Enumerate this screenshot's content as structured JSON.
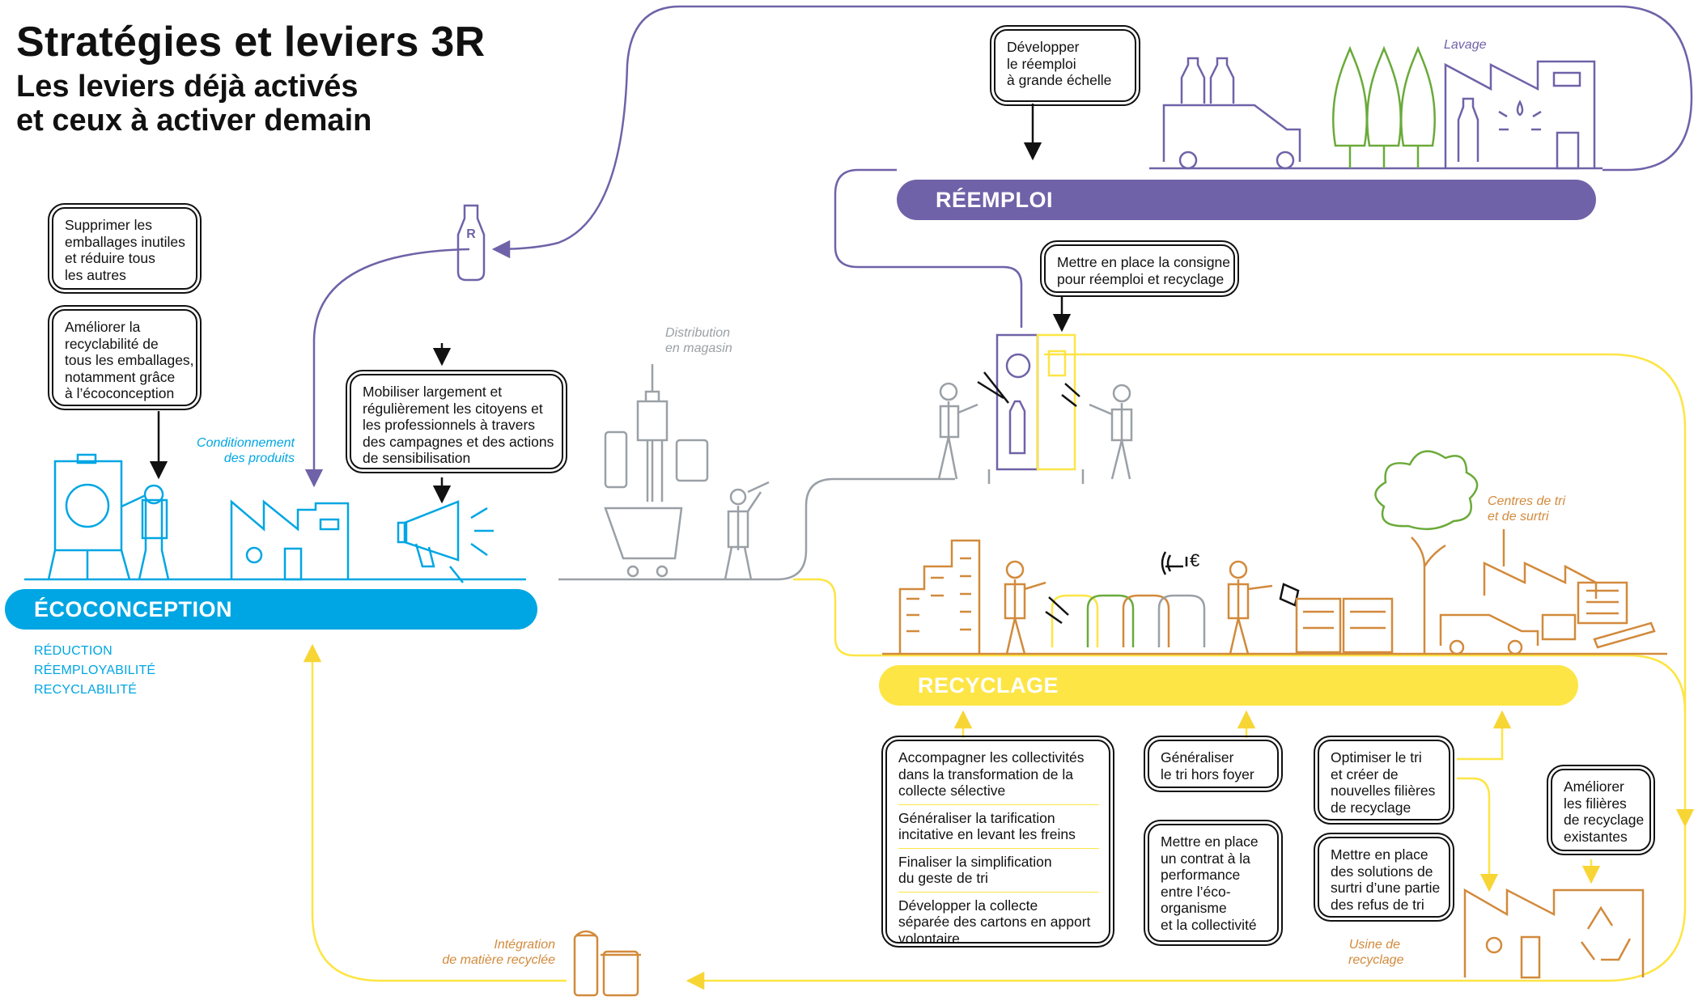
{
  "title": "Stratégies et leviers 3R",
  "subtitle_lines": [
    "Les leviers déjà activés",
    "et ceux à activer demain"
  ],
  "colors": {
    "ecoconception": "#00a6e3",
    "reemploi": "#7062a8",
    "recyclage": "#fde545",
    "recyclage_dark": "#d28a3c",
    "distribution": "#9aa0a6",
    "text": "#111111"
  },
  "bars": {
    "ecoconception": "ÉCOCONCEPTION",
    "reemploi": "RÉEMPLOI",
    "recyclage": "RECYCLAGE"
  },
  "eco_levers": [
    "RÉDUCTION",
    "RÉEMPLOYABILITÉ",
    "RECYCLABILITÉ"
  ],
  "boxes": {
    "supprimer": [
      "Supprimer les",
      "emballages inutiles",
      "et réduire tous",
      "les autres"
    ],
    "ameliorer_recyclabilite": [
      "Améliorer la",
      "recyclabilité de",
      "tous les emballages,",
      "notamment grâce",
      "à l’écoconception"
    ],
    "mobiliser": [
      "Mobiliser largement et",
      "régulièrement les citoyens et",
      "les professionnels à travers",
      "des campagnes et des actions",
      "de sensibilisation"
    ],
    "developper_reemploi": [
      "Développer",
      "le réemploi",
      "à grande échelle"
    ],
    "consigne": [
      "Mettre en place la consigne",
      "pour réemploi et recyclage"
    ],
    "collectivites": [
      [
        "Accompagner les collectivités",
        "dans la transformation de la",
        "collecte sélective"
      ],
      [
        "Généraliser la tarification",
        "incitative en levant les freins"
      ],
      [
        "Finaliser la simplification",
        "du geste de tri"
      ],
      [
        "Développer la collecte",
        "séparée des cartons en apport",
        "volontaire"
      ]
    ],
    "tri_hors_foyer": [
      "Généraliser",
      "le tri hors foyer"
    ],
    "contrat_performance": [
      "Mettre en place",
      "un contrat à la",
      "performance",
      "entre l’éco-",
      "organisme",
      "et la collectivité"
    ],
    "optimiser_tri": [
      "Optimiser le tri",
      "et créer de",
      "nouvelles filières",
      "de recyclage"
    ],
    "surtri": [
      "Mettre en place",
      "des solutions de",
      "surtri d’une partie",
      "des refus de tri"
    ],
    "ameliorer_filieres": [
      "Améliorer",
      "les filières",
      "de recyclage",
      "existantes"
    ]
  },
  "labels": {
    "conditionnement": [
      "Conditionnement",
      "des produits"
    ],
    "distribution": [
      "Distribution",
      "en magasin"
    ],
    "lavage": "Lavage",
    "centres_tri": [
      "Centres de tri",
      "et de surtri"
    ],
    "usine": [
      "Usine de",
      "recyclage"
    ],
    "integration": [
      "Intégration",
      "de matière recyclée"
    ],
    "euro": "€",
    "bottle_letter": "R"
  }
}
